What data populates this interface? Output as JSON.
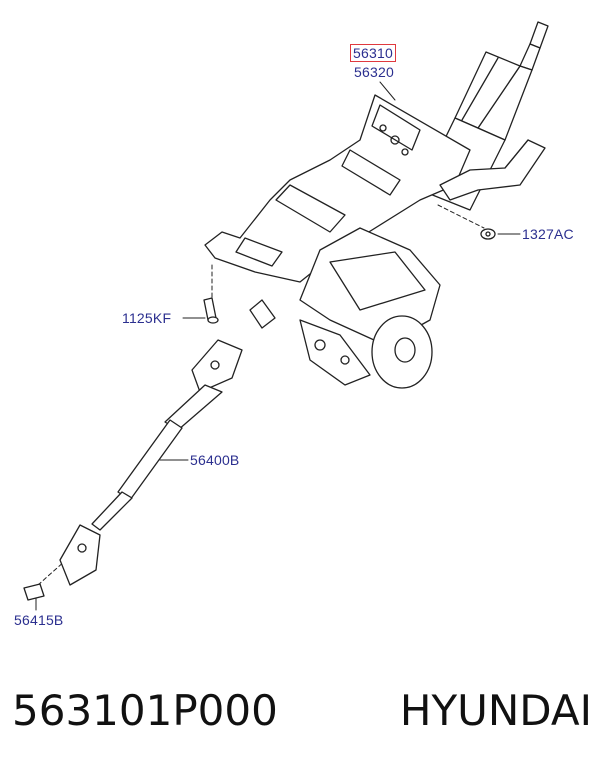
{
  "diagram": {
    "callouts": {
      "part_56310": "56310",
      "part_56320": "56320",
      "part_1327AC": "1327AC",
      "part_1125KF": "1125KF",
      "part_56400B": "56400B",
      "part_56415B": "56415B"
    },
    "highlight_color": "#e0393e",
    "callout_color": "#2b2f8f"
  },
  "caption": {
    "part_number": "563101P000",
    "brand": "HYUNDAI"
  }
}
